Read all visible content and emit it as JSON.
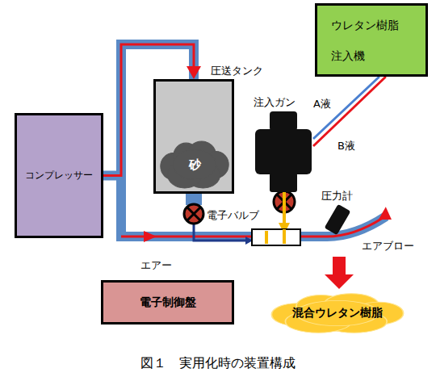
{
  "diagram": {
    "caption": "図１　実用化時の装置構成",
    "nodes": [
      {
        "text": [
          "圧送タンク"
        ]
      },
      {
        "text": [
          "砂"
        ],
        "in": 0
      },
      {
        "text": [
          "ウレタン樹脂 注入機"
        ]
      },
      {
        "text": [
          "注入ガン"
        ]
      },
      {
        "text": [
          "コンプレッサー"
        ]
      },
      {
        "text": [
          "電子制御盤"
        ]
      },
      {
        "text": [
          "混合ウレタン樹脂"
        ]
      }
    ],
    "edges": [
      {
        "from": 4,
        "to": 0,
        "arrow": "to"
      },
      {
        "from": 2,
        "to": 3,
        "arrow": "none"
      }
    ],
    "labels": [
      "A液",
      "B液",
      "電子バルブ",
      "圧力計",
      "エアブロー",
      "エアー"
    ]
  }
}
